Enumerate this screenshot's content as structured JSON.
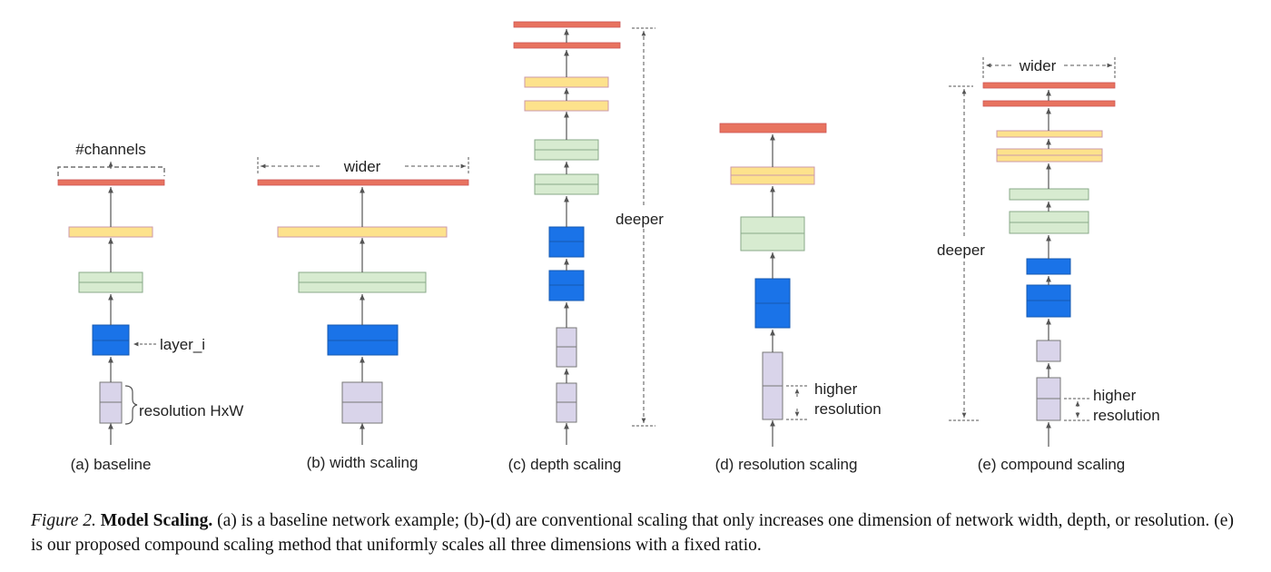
{
  "panels": {
    "a": {
      "caption": "(a) baseline",
      "channels_label": "#channels",
      "layer_label": "layer_i",
      "resolution_label": "resolution HxW"
    },
    "b": {
      "caption": "(b) width scaling",
      "wider_label": "wider"
    },
    "c": {
      "caption": "(c) depth scaling",
      "deeper_label": "deeper"
    },
    "d": {
      "caption": "(d) resolution scaling",
      "resolution_label_1": "higher",
      "resolution_label_2": "resolution"
    },
    "e": {
      "caption": "(e) compound scaling",
      "wider_label": "wider",
      "deeper_label": "deeper",
      "resolution_label_1": "higher",
      "resolution_label_2": "resolution"
    }
  },
  "colors": {
    "red": "#e8735f",
    "yellow": "#fde28c",
    "green": "#d7ebd0",
    "blue": "#1a73e8",
    "lavender": "#d9d4ea"
  },
  "caption": {
    "figure_label": "Figure 2.",
    "title": "Model Scaling.",
    "text": " (a) is a baseline network example; (b)-(d) are conventional scaling that only increases one dimension of network width, depth, or resolution. (e) is our proposed compound scaling method that uniformly scales all three dimensions with a fixed ratio."
  }
}
